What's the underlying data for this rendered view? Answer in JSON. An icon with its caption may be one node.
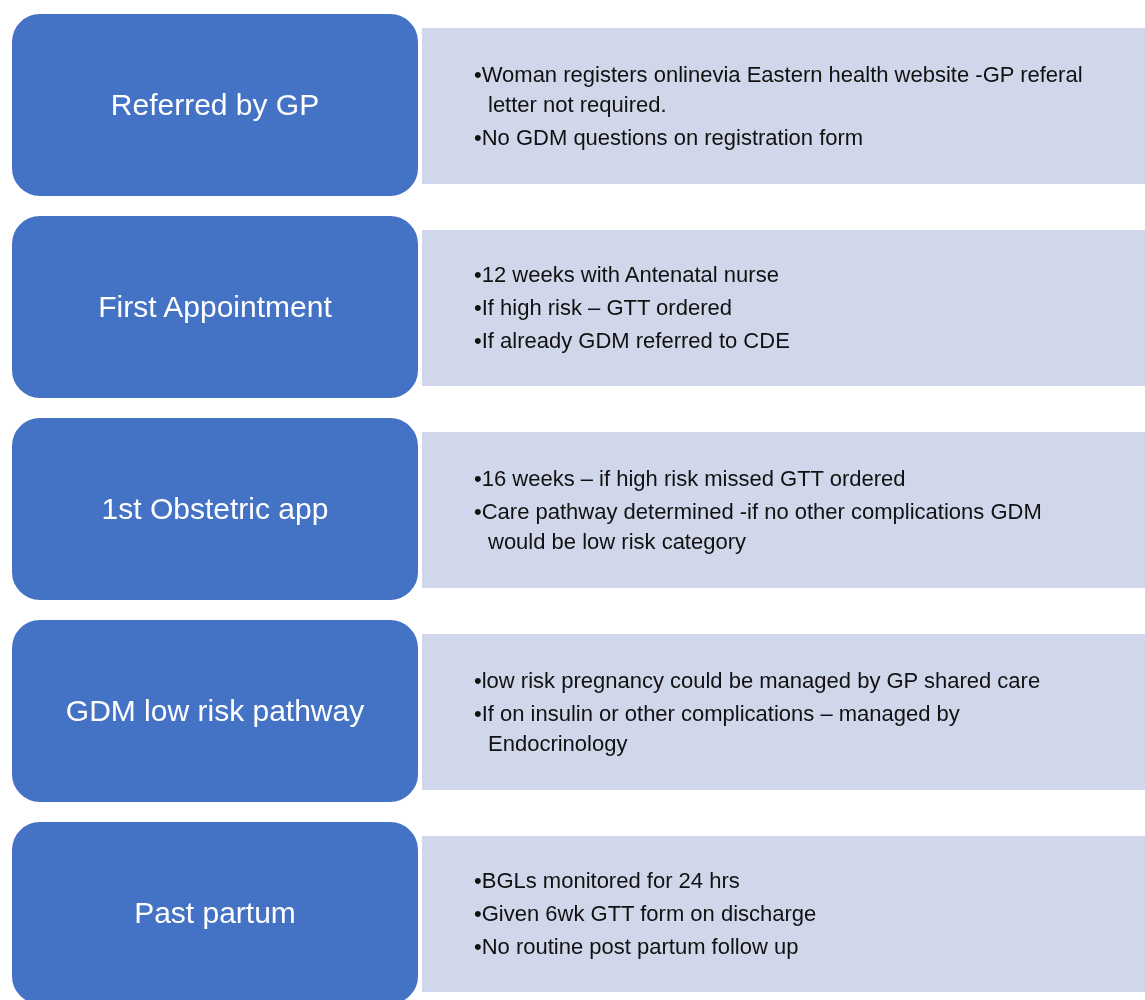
{
  "diagram": {
    "nodes": [
      {
        "text": [
          "Referred by GP"
        ]
      },
      {
        "text": [
          "•Woman registers onlinevia Eastern health website -GP referal letter not required.",
          "•No GDM questions on registration form"
        ]
      },
      {
        "text": [
          "First Appointment"
        ]
      },
      {
        "text": [
          "•12 weeks with Antenatal nurse",
          "•If high risk – GTT ordered",
          "•If already GDM referred to CDE"
        ]
      },
      {
        "text": [
          "1st Obstetric app"
        ]
      },
      {
        "text": [
          "•16 weeks – if high risk missed GTT ordered",
          "•Care pathway determined -if no other complications GDM would be low risk category"
        ]
      },
      {
        "text": [
          "GDM low risk pathway"
        ]
      },
      {
        "text": [
          "•low risk pregnancy could be managed by GP shared care",
          "•If on insulin or other complications – managed by Endocrinology"
        ]
      },
      {
        "text": [
          "Past partum"
        ]
      },
      {
        "text": [
          "•BGLs monitored for 24 hrs",
          "•Given 6wk GTT form on discharge",
          "•No routine post partum follow up"
        ]
      }
    ]
  }
}
